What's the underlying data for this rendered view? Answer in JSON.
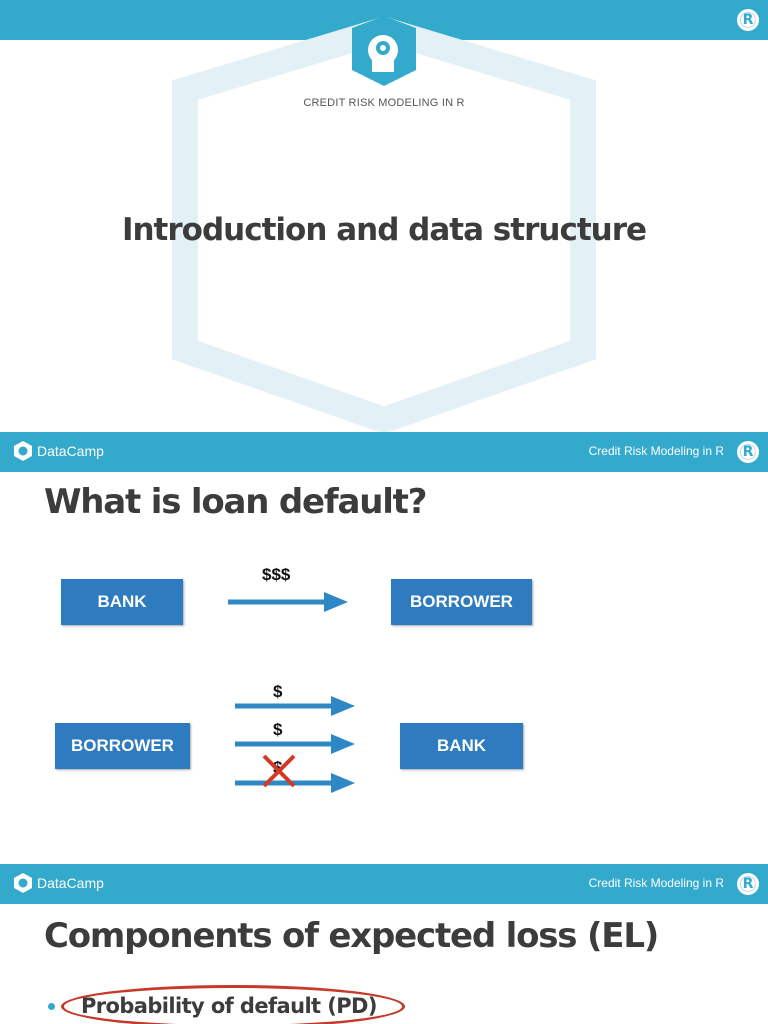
{
  "slide1": {
    "course_label": "CREDIT RISK MODELING IN R",
    "title": "Introduction and data structure",
    "logo_text": "R"
  },
  "slide2": {
    "brand": "DataCamp",
    "course": "Credit Risk Modeling in R",
    "title": "What is loan default?",
    "row1": {
      "from": "BANK",
      "amount": "$$$",
      "to": "BORROWER"
    },
    "row2": {
      "from": "BORROWER",
      "payments": [
        "$",
        "$",
        "$"
      ],
      "missed_payment_index": 2,
      "to": "BANK"
    },
    "logo_text": "R"
  },
  "slide3": {
    "brand": "DataCamp",
    "course": "Credit Risk Modeling in R",
    "title": "Components of expected loss (EL)",
    "bullets": [
      "Probability of default (PD)"
    ],
    "logo_text": "R"
  },
  "colors": {
    "header": "#33aacc",
    "box": "#2f7bbf",
    "arrow": "#2f88c6",
    "cross": "#d23a26",
    "highlight_ring": "#c53a2a"
  }
}
